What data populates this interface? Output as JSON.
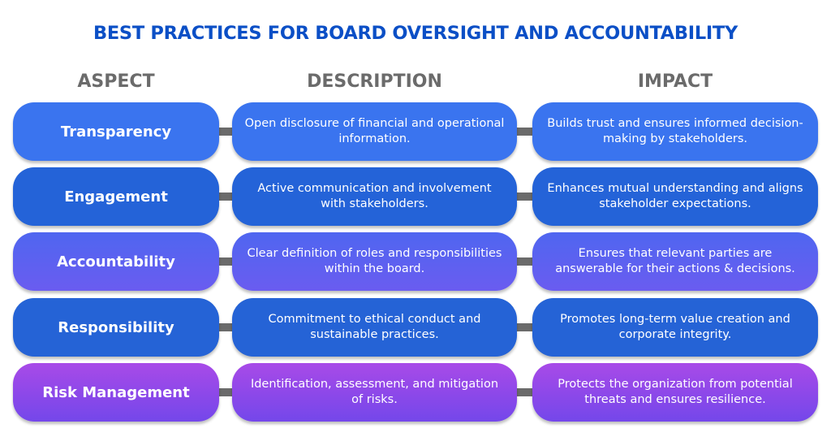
{
  "title": "BEST PRACTICES FOR BOARD OVERSIGHT AND ACCOUNTABILITY",
  "headers": {
    "aspect": "ASPECT",
    "description": "DESCRIPTION",
    "impact": "IMPACT"
  },
  "colors": {
    "title": "#0b4fc6",
    "header": "#6b6b6b",
    "connector": "#6b6b6b"
  },
  "rows": [
    {
      "aspect": "Transparency",
      "description": "Open disclosure of financial and operational information.",
      "impact": "Builds trust and ensures informed decision-making by stakeholders.",
      "color": "#3a74ef"
    },
    {
      "aspect": "Engagement",
      "description": "Active communication and involvement with stakeholders.",
      "impact": "Enhances mutual understanding and aligns stakeholder expectations.",
      "color": "#2463d8"
    },
    {
      "aspect": "Accountability",
      "description": "Clear definition of roles and responsibilities within the board.",
      "impact": "Ensures that relevant parties are answerable for their actions & decisions.",
      "color": "linear-gradient(180deg,#4f66f0,#6a5cf0)"
    },
    {
      "aspect": "Responsibility",
      "description": "Commitment to ethical conduct and sustainable practices.",
      "impact": "Promotes long-term value creation and corporate integrity.",
      "color": "#2563d6"
    },
    {
      "aspect": "Risk Management",
      "description": "Identification, assessment, and mitigation of risks.",
      "impact": "Protects the organization from potential threats and ensures resilience.",
      "color": "linear-gradient(180deg,#a84ae8,#7447ea)"
    }
  ]
}
